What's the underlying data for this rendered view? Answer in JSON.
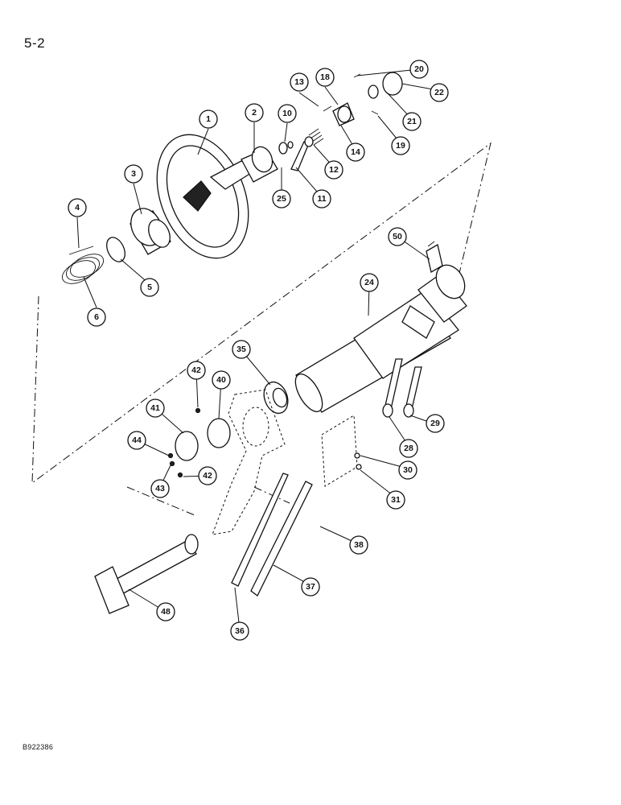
{
  "page": {
    "page_number": "5-2",
    "figure_id": "B922386"
  },
  "callouts": [
    "1",
    "2",
    "3",
    "4",
    "5",
    "6",
    "10",
    "11",
    "12",
    "13",
    "14",
    "18",
    "19",
    "20",
    "21",
    "22",
    "24",
    "25",
    "28",
    "29",
    "30",
    "31",
    "35",
    "36",
    "37",
    "38",
    "40",
    "41",
    "42",
    "42",
    "43",
    "44",
    "48",
    "50"
  ]
}
